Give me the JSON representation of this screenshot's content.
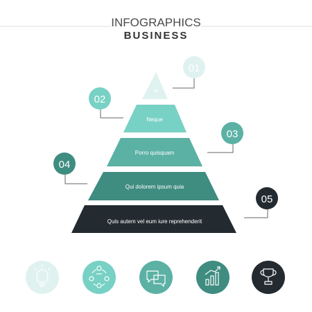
{
  "header": {
    "title": "INFOGRAPHICS",
    "subtitle": "BUSINESS"
  },
  "colors": {
    "level1": "#dff2ef",
    "level2": "#77d1c4",
    "level3": "#5bb1a4",
    "level4": "#3f8c80",
    "level5": "#232b30",
    "rule": "#dddddd",
    "connector": "#666666"
  },
  "pyramid": {
    "levels": [
      {
        "label": "At",
        "number": "01"
      },
      {
        "label": "Neque",
        "number": "02"
      },
      {
        "label": "Porro quisquam",
        "number": "03"
      },
      {
        "label": "Qui dolorem ipsum quia",
        "number": "04"
      },
      {
        "label": "Quis autem vel eum iure reprehenderit",
        "number": "05"
      }
    ]
  },
  "icons": [
    {
      "name": "lightbulb-icon"
    },
    {
      "name": "people-network-icon"
    },
    {
      "name": "speech-bubbles-icon"
    },
    {
      "name": "growth-chart-icon"
    },
    {
      "name": "trophy-icon"
    }
  ]
}
